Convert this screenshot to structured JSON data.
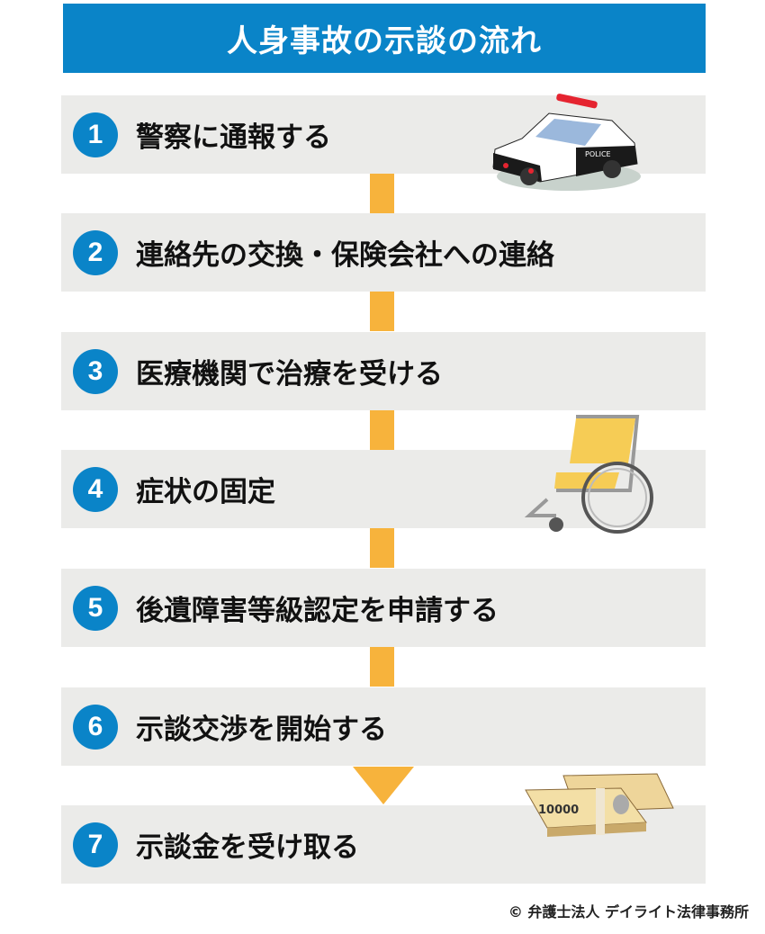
{
  "title": "人身事故の示談の流れ",
  "steps": [
    {
      "number": "1",
      "label": "警察に通報する"
    },
    {
      "number": "2",
      "label": "連絡先の交換・保険会社への連絡"
    },
    {
      "number": "3",
      "label": "医療機関で治療を受ける"
    },
    {
      "number": "4",
      "label": "症状の固定"
    },
    {
      "number": "5",
      "label": "後遺障害等級認定を申請する"
    },
    {
      "number": "6",
      "label": "示談交渉を開始する"
    },
    {
      "number": "7",
      "label": "示談金を受け取る"
    }
  ],
  "illustrations": {
    "car_text": "POLICE",
    "bill_text": "10000"
  },
  "colors": {
    "accent": "#0a84c8",
    "connector": "#f7b33c",
    "box": "#ebebe9"
  },
  "copyright": "© 弁護士法人 デイライト法律事務所"
}
